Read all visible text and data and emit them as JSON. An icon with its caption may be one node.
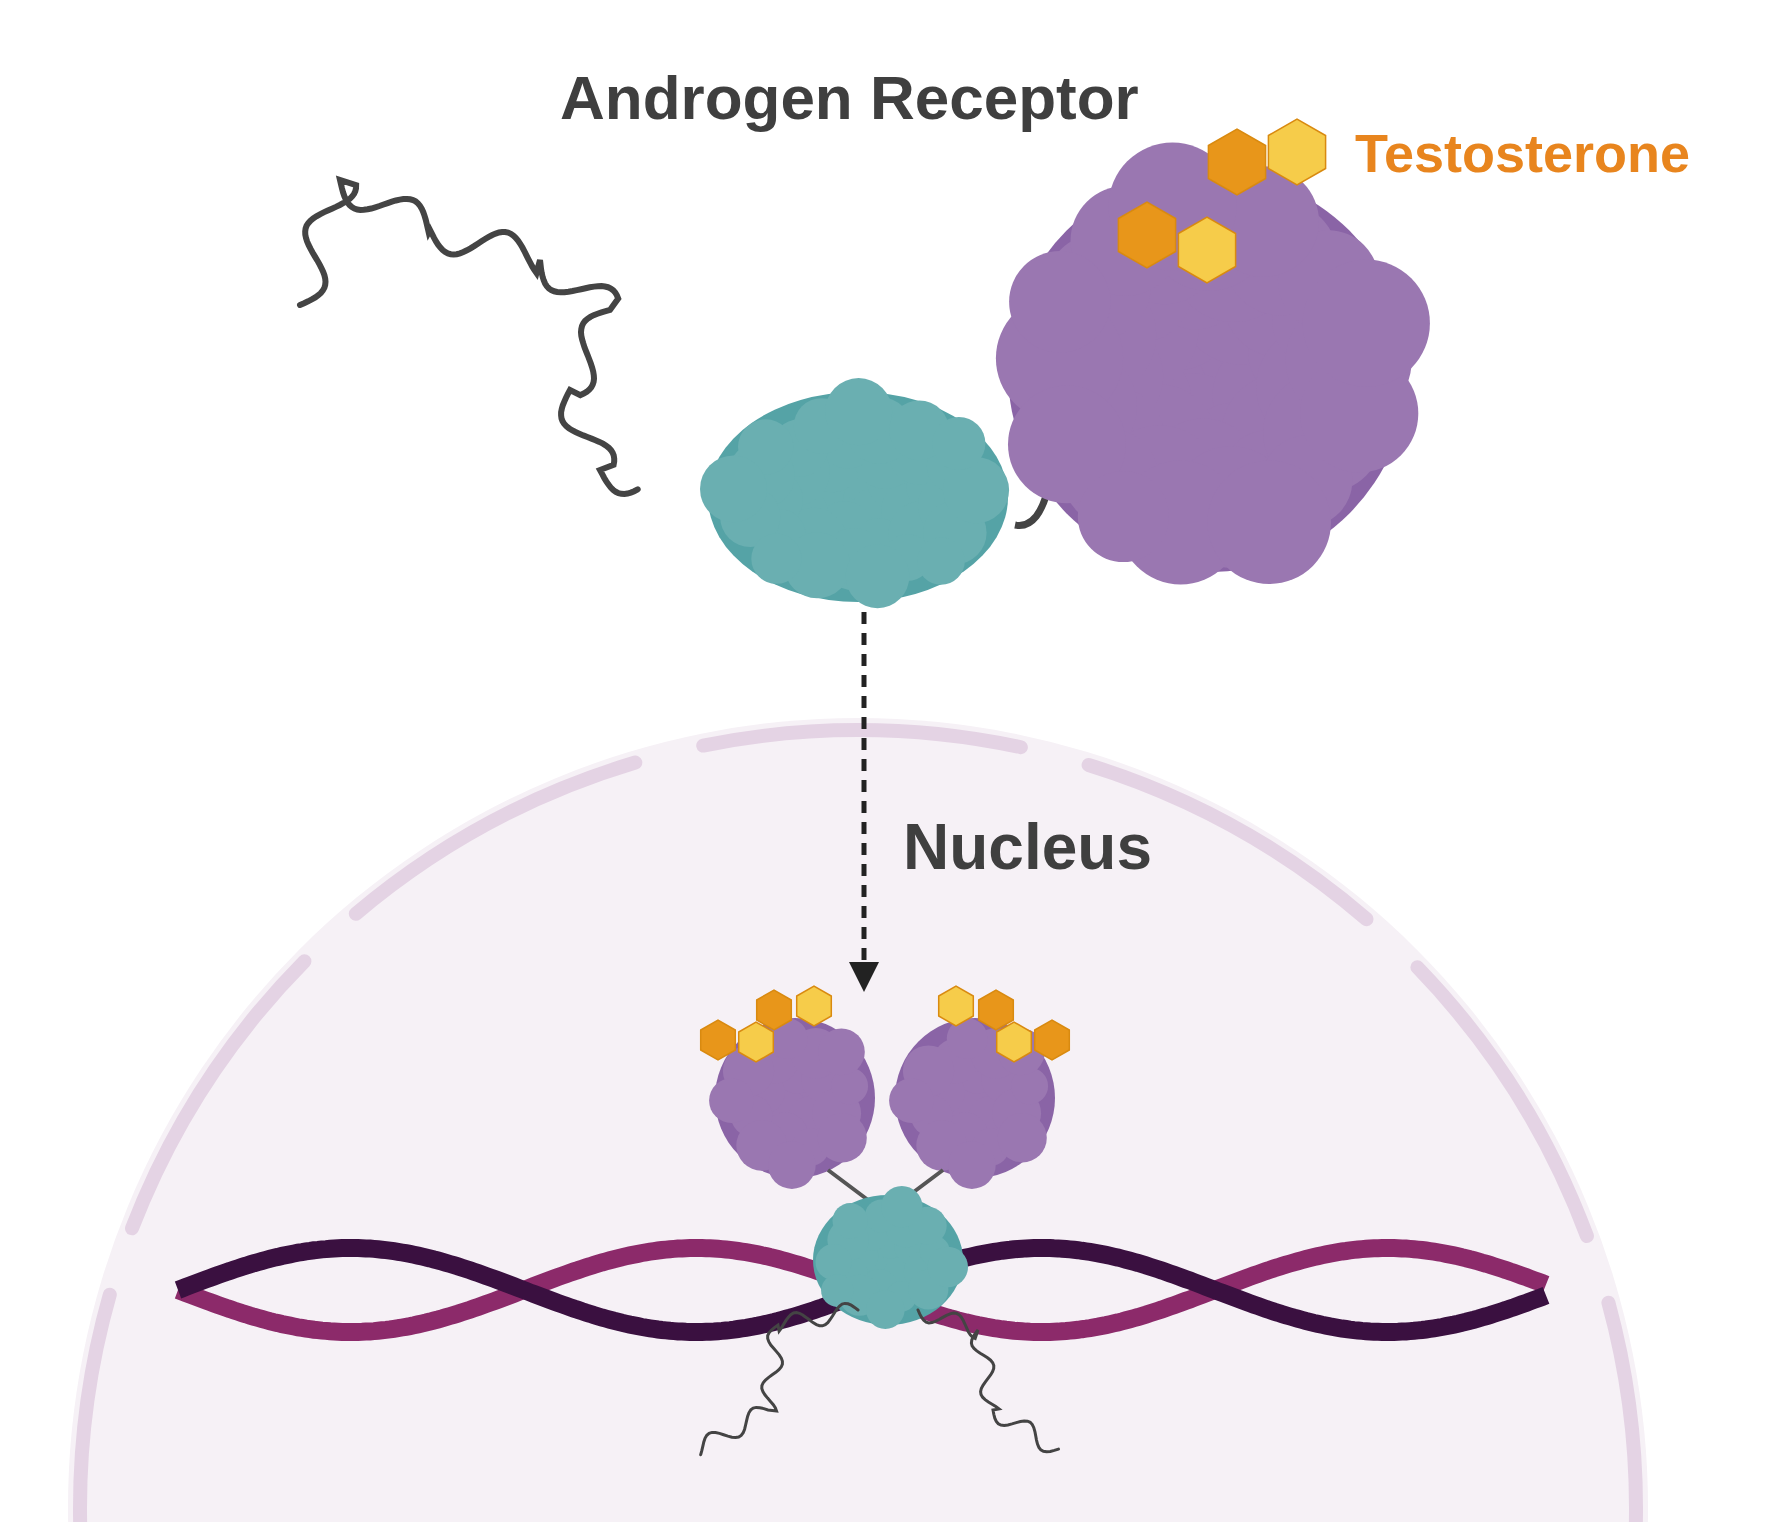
{
  "diagram": {
    "nodes": [
      {
        "text": [
          "Androgen Receptor"
        ],
        "beside": [
          "Testosterone"
        ]
      },
      {
        "text": [
          "Nucleus"
        ]
      },
      {
        "text": [],
        "shape": "picture",
        "in": 1
      }
    ],
    "edges": [
      {
        "from": 0,
        "to": 2,
        "arrow": "to",
        "style": "dashed"
      }
    ]
  }
}
